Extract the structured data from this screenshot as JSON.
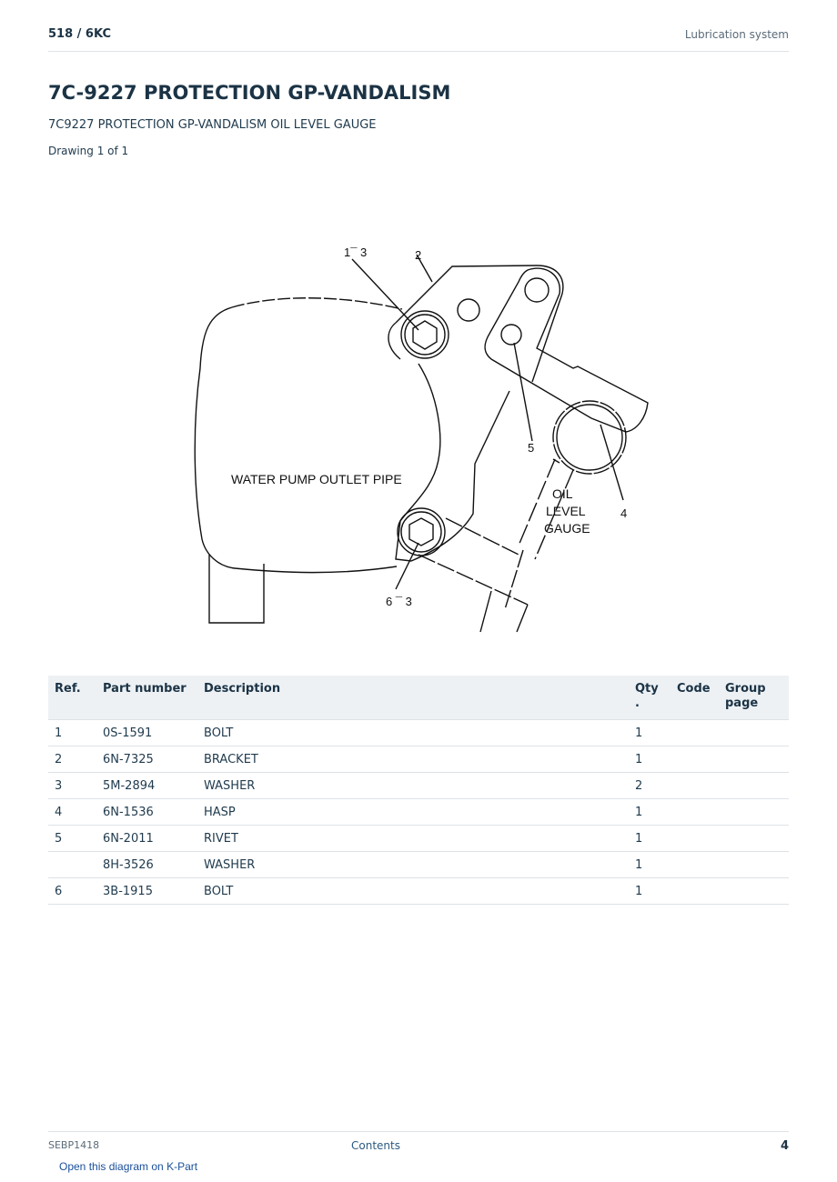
{
  "header": {
    "left": "518  /  6KC",
    "right": "Lubrication system"
  },
  "title": "7C-9227 PROTECTION GP-VANDALISM",
  "subtitle": "7C9227 PROTECTION GP-VANDALISM OIL LEVEL GAUGE",
  "drawing_count": "Drawing 1 of 1",
  "diagram": {
    "callout_1_3": "1¯ 3",
    "callout_2": "2",
    "callout_4": "4",
    "callout_5": "5",
    "callout_6_3": "6 ¯ 3",
    "label_pipe": "WATER PUMP OUTLET PIPE",
    "label_oil": "OIL",
    "label_level": "LEVEL",
    "label_gauge": "GAUGE"
  },
  "table": {
    "headers": {
      "ref": "Ref.",
      "part": "Part number",
      "desc": "Description",
      "qty_1": "Qty",
      "qty_2": ".",
      "code": "Code",
      "group_1": "Group",
      "group_2": "page"
    },
    "rows": [
      {
        "ref": "1",
        "part": "0S-1591",
        "desc": "BOLT",
        "qty": "1",
        "code": "",
        "group": ""
      },
      {
        "ref": "2",
        "part": "6N-7325",
        "desc": "BRACKET",
        "qty": "1",
        "code": "",
        "group": ""
      },
      {
        "ref": "3",
        "part": "5M-2894",
        "desc": "WASHER",
        "qty": "2",
        "code": "",
        "group": ""
      },
      {
        "ref": "4",
        "part": "6N-1536",
        "desc": "HASP",
        "qty": "1",
        "code": "",
        "group": ""
      },
      {
        "ref": "5",
        "part": "6N-2011",
        "desc": "RIVET",
        "qty": "1",
        "code": "",
        "group": ""
      },
      {
        "ref": "",
        "part": "8H-3526",
        "desc": "WASHER",
        "qty": "1",
        "code": "",
        "group": ""
      },
      {
        "ref": "6",
        "part": "3B-1915",
        "desc": "BOLT",
        "qty": "1",
        "code": "",
        "group": ""
      }
    ]
  },
  "footer": {
    "doc": "SEBP1418",
    "contents": "Contents",
    "page": "4",
    "link": "Open this diagram on K-Part"
  }
}
